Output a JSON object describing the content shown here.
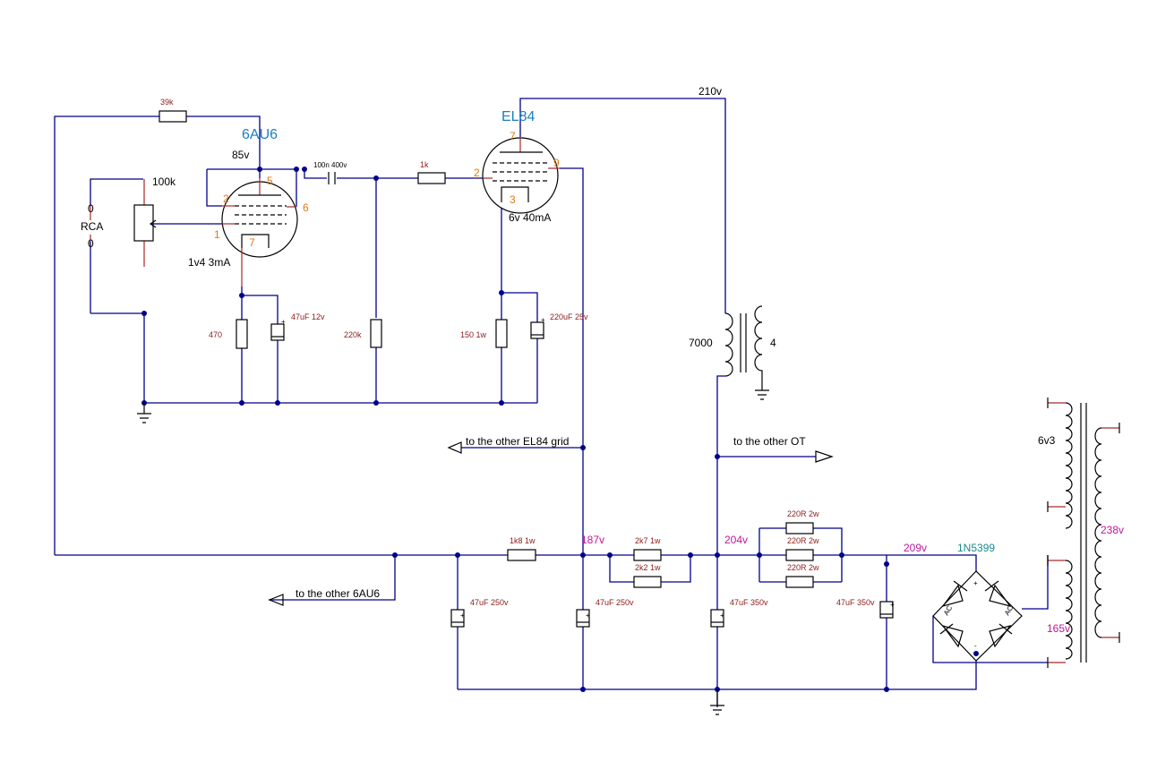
{
  "tubes": {
    "v1": {
      "name": "6AU6",
      "plate_voltage": "85v",
      "cathode_note": "1v4  3mA",
      "pins": [
        "5",
        "2",
        "6",
        "1",
        "7"
      ]
    },
    "v2": {
      "name": "EL84",
      "cathode_note": "6v  40mA",
      "pins": [
        "7",
        "2",
        "9",
        "3"
      ]
    }
  },
  "input": {
    "top": "0",
    "label": "RCA",
    "bottom": "0",
    "pot": "100k"
  },
  "resistors": {
    "feedback": "39k",
    "cathode1": "470",
    "grid2": "220k",
    "grid_stop": "1k",
    "cathode2": "150 1w",
    "ps1": "1k8 1w",
    "ps2a": "2k7 1w",
    "ps2b": "2k2 1w",
    "ps3": "220R 2w"
  },
  "capacitors": {
    "coupling": "100n 400v",
    "cathode1": "47uF 12v",
    "cathode2": "220uF 25v",
    "f1": "47uF 250v",
    "f2": "47uF 250v",
    "f3": "47uF 350v",
    "f4": "47uF 350v"
  },
  "voltages": {
    "b_plus": "210v",
    "n187": "187v",
    "n204": "204v",
    "n209": "209v",
    "sec_hv": "238v",
    "sec_tap": "165v",
    "heater": "6v3"
  },
  "output_transformer": {
    "primary": "7000",
    "secondary": "4"
  },
  "rectifier": {
    "part": "1N5399",
    "ac": "AC",
    "plus": "+",
    "minus": "-"
  },
  "arrows": {
    "el84_grid": "to the other EL84 grid",
    "ot": "to the other OT",
    "au6": "to the other 6AU6"
  }
}
